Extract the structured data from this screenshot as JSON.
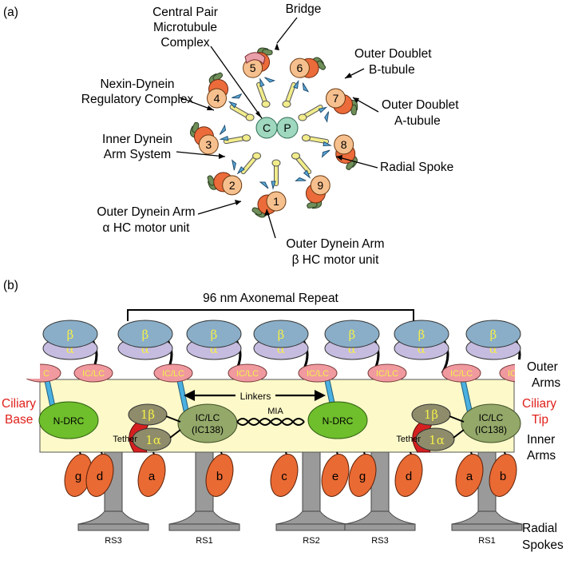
{
  "panel_a": {
    "panel_label": "(a)",
    "labels": {
      "central_pair_1": "Central Pair",
      "central_pair_2": "Microtubule",
      "central_pair_3": "Complex",
      "bridge": "Bridge",
      "outer_b_1": "Outer Doublet",
      "outer_b_2": "B-tubule",
      "outer_a_1": "Outer Doublet",
      "outer_a_2": "A-tubule",
      "ndrc_1": "Nexin-Dynein",
      "ndrc_2": "Regulatory Complex",
      "ida_1": "Inner Dynein",
      "ida_2": "Arm System",
      "radial_spoke": "Radial Spoke",
      "oda_alpha_1": "Outer Dynein Arm",
      "oda_alpha_2": "α HC motor unit",
      "oda_beta_1": "Outer Dynein Arm",
      "oda_beta_2": "β HC motor unit"
    },
    "doublet_numbers": [
      "1",
      "2",
      "3",
      "4",
      "5",
      "6",
      "7",
      "8",
      "9"
    ],
    "central_c": "C",
    "central_p": "P"
  },
  "panel_b": {
    "panel_label": "(b)",
    "repeat_label": "96 nm Axonemal Repeat",
    "outer_arms_1": "Outer",
    "outer_arms_2": "Arms",
    "inner_arms_1": "Inner",
    "inner_arms_2": "Arms",
    "radial_spokes_1": "Radial",
    "radial_spokes_2": "Spokes",
    "ciliary_base_1": "Ciliary",
    "ciliary_base_2": "Base",
    "ciliary_tip_1": "Ciliary",
    "ciliary_tip_2": "Tip",
    "linkers": "Linkers",
    "mia": "MIA",
    "tether": "Tether",
    "ndrc": "N-DRC",
    "iclc": "IC/LC",
    "iclc_partial": "C",
    "ic138": "(IC138)",
    "one_beta": "1β",
    "one_alpha": "1α",
    "beta": "β",
    "alpha": "α",
    "ida_letters": [
      "g",
      "d",
      "a",
      "b",
      "c",
      "e",
      "g",
      "d",
      "a",
      "b"
    ],
    "rs_labels": [
      "RS3",
      "RS1",
      "RS2",
      "RS3",
      "RS1"
    ]
  },
  "colors": {
    "doublet_a": "#f6c08e",
    "doublet_b": "#ec6b3a",
    "oda_green": "#6f8f5a",
    "ida_blue": "#5aa9d9",
    "radial_spoke": "#f2ec8a",
    "central": "#9fd7bf",
    "bridge": "#e9a0a8",
    "band": "#fdf9c9",
    "ndrc": "#6fbe2c",
    "iclc_green": "#94a86a",
    "ida_olive": "#8e8c6a",
    "tether_red": "#d62020",
    "oda_beta": "#8aaec8",
    "oda_alpha": "#c5bce0",
    "iclc_pink": "#f09aa0",
    "linker_blue": "#4ab0e0",
    "spoke_gray": "#9a9a9a",
    "ida_orange": "#ea6a33",
    "red_text": "#e0201b"
  }
}
